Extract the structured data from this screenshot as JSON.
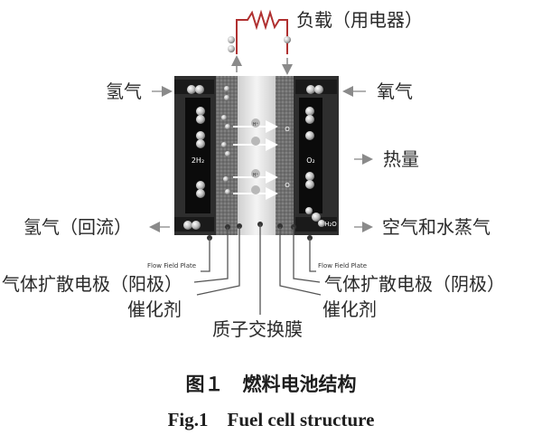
{
  "labels": {
    "load": "负载（用电器）",
    "hydrogen": "氢气",
    "oxygen": "氧气",
    "heat": "热量",
    "hydrogen_return": "氢气（回流）",
    "air_water_vapor": "空气和水蒸气",
    "anode_electrode": "气体扩散电极（阳极）",
    "anode_catalyst": "催化剂",
    "cathode_electrode": "气体扩散电极（阴极）",
    "cathode_catalyst": "催化剂",
    "membrane": "质子交换膜",
    "flow_plate_left": "Flow Field Plate",
    "flow_plate_right": "Flow Field Plate",
    "h2_in_channel": "2H₂",
    "o2_in_channel": "O₂",
    "h2o_in_channel": "H₂O",
    "hplus": "H⁺",
    "oxygen_ion": "O"
  },
  "caption": {
    "cn": "图１　燃料电池结构",
    "en": "Fig.1　Fuel cell structure"
  },
  "colors": {
    "plate_dark": "#2b2b2b",
    "channel_black": "#0d0d0d",
    "electrode_gray": "#6e6e6e",
    "membrane_light": "#dcdcdc",
    "arrow_gray": "#9a9a9a"
  }
}
